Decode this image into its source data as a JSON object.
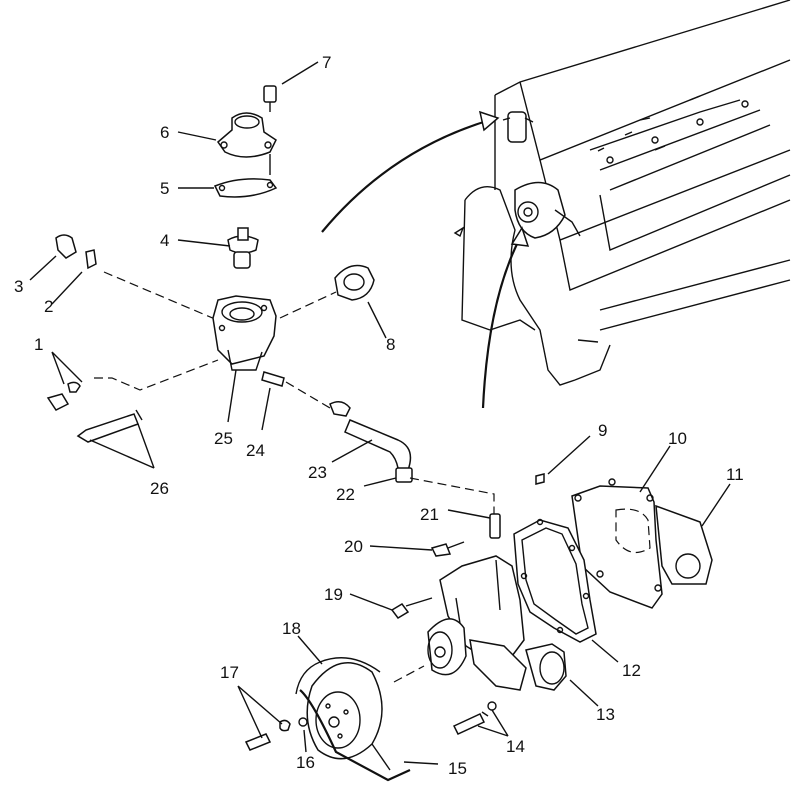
{
  "diagram": {
    "type": "exploded-parts-diagram",
    "line_color": "#111111",
    "background": "#ffffff",
    "callouts": [
      "1",
      "2",
      "3",
      "4",
      "5",
      "6",
      "7",
      "8",
      "9",
      "10",
      "11",
      "12",
      "13",
      "14",
      "15",
      "16",
      "17",
      "18",
      "19",
      "20",
      "21",
      "22",
      "23",
      "24",
      "25",
      "26"
    ]
  }
}
